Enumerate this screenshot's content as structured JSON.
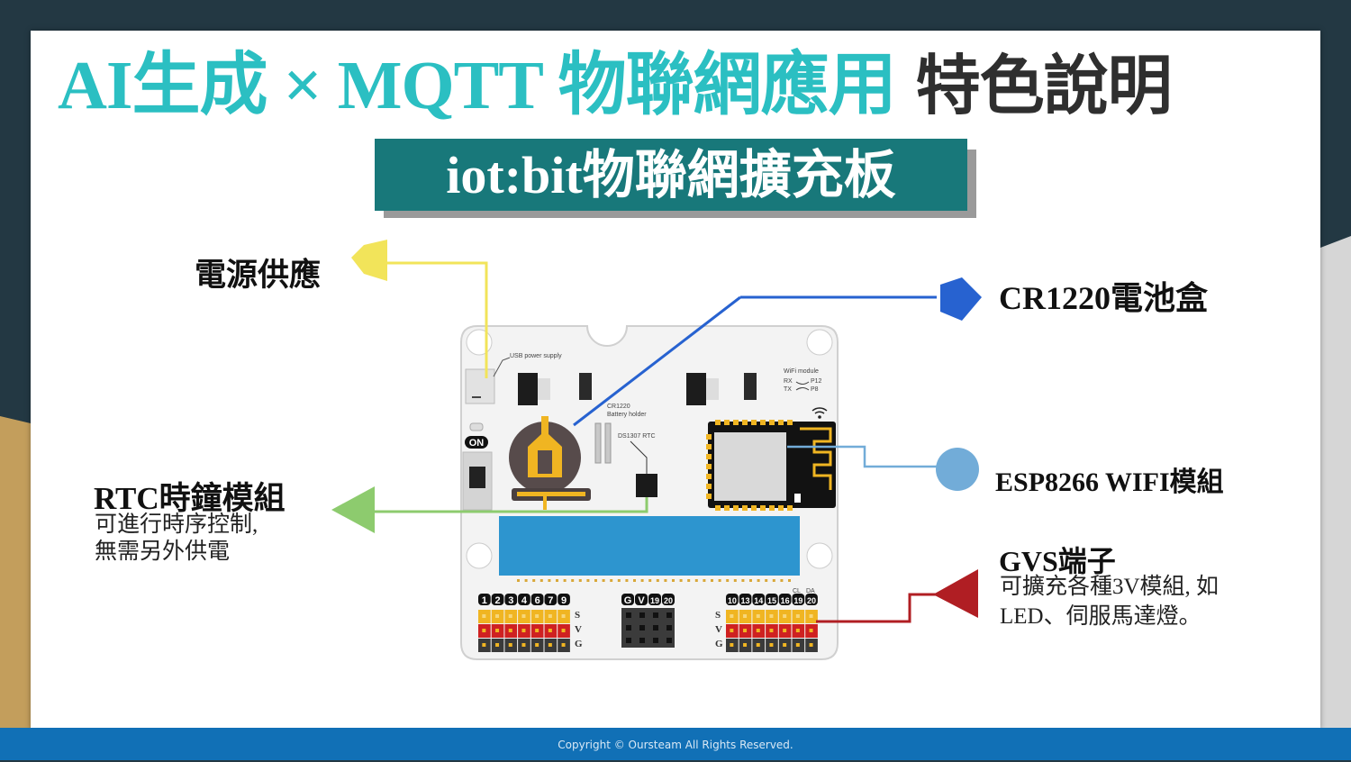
{
  "title": {
    "part1": "AI生成 × MQTT 物聯網應用",
    "part2": "特色說明"
  },
  "subtitle": "iot:bit物聯網擴充板",
  "callouts": {
    "power": {
      "label": "電源供應",
      "color": "#f2e45a"
    },
    "battery": {
      "label": "CR1220電池盒",
      "color": "#2762d0"
    },
    "wifi": {
      "label": "ESP8266 WIFI模組",
      "color": "#72acd8"
    },
    "rtc": {
      "label": "RTC時鐘模組",
      "desc_line1": "可進行時序控制,",
      "desc_line2": "無需另外供電",
      "color": "#8dcb6e"
    },
    "gvs": {
      "label": "GVS端子",
      "desc_line1": "可擴充各種3V模組, 如",
      "desc_line2": "LED、伺服馬達燈。",
      "color": "#b01e23"
    }
  },
  "board": {
    "usb_label": "USB power supply",
    "battery_label_1": "CR1220",
    "battery_label_2": "Battery holder",
    "rtc_chip_label": "DS1307 RTC",
    "wifi_label": "WiFi module",
    "wifi_rx": "RX",
    "wifi_tx": "TX",
    "wifi_p12": "P12",
    "wifi_p8": "P8",
    "switch_label": "ON",
    "left_pins": [
      "1",
      "2",
      "3",
      "4",
      "6",
      "7",
      "9"
    ],
    "center_pins": [
      "G",
      "V",
      "19",
      "20"
    ],
    "right_pins": [
      "10",
      "13",
      "14",
      "15",
      "16",
      "19",
      "20"
    ],
    "row_labels": [
      "S",
      "V",
      "G"
    ],
    "cl_label": "CL",
    "da_label": "DA"
  },
  "footer": "Copyright © Oursteam All Rights Reserved."
}
